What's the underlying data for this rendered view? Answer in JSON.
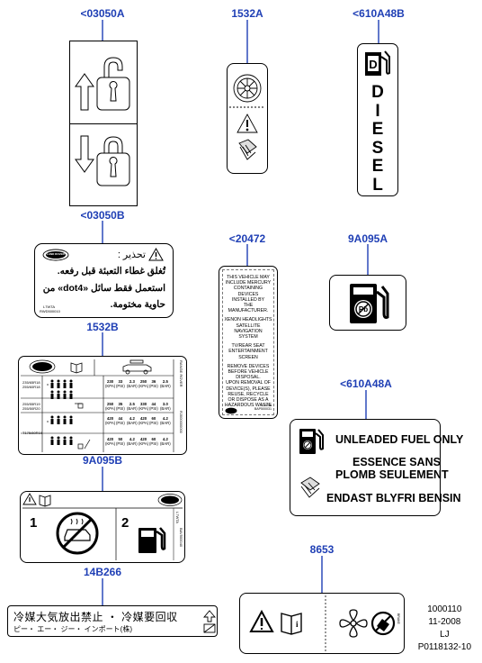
{
  "refs": {
    "r03050A": "<03050A",
    "r1532A": "1532A",
    "r610A48B": "<610A48B",
    "r03050B": "<03050B",
    "r20472": "<20472",
    "r9A095A": "9A095A",
    "r1532B": "1532B",
    "r610A48A": "<610A48A",
    "r9A095B": "9A095B",
    "r8653": "8653",
    "r14B266": "14B266"
  },
  "diesel_label": {
    "letters": [
      "D",
      "I",
      "E",
      "S",
      "E",
      "L"
    ]
  },
  "arabic_label": {
    "badge": "LAND ROVER",
    "caution": "تحذير :",
    "line1": "تُغلق غطاء التعبئة قبل رفعه.",
    "line2": "استعمل فقط سائل «dot4» من",
    "line3": "حاوية مختومة.",
    "code1": "L7WTA",
    "code2": "RWD500010"
  },
  "mercury_label": {
    "lines": [
      "THIS VEHICLE MAY",
      "INCLUDE MERCURY",
      "CONTAINING DEVICES",
      "INSTALLED BY",
      "THE MANUFACTURER.",
      "XENON HEADLIGHTS",
      "SATELLITE NAVIGATION",
      "SYSTEM",
      "TV/REAR SEAT",
      "ENTERTAINMENT SCREEN",
      "REMOVE DEVICES",
      "BEFORE VEHICLE",
      "DISPOSAL.",
      "UPON REMOVAL OF",
      "DEVICE(S), PLEASE",
      "REUSE, RECYCLE",
      "OR DISPOSE AS A",
      "HAZARDOUS WASTE"
    ],
    "code1": "L7WTA",
    "code2": "BAP500031"
  },
  "tyre_label": {
    "badge": "LAND ROVER",
    "side_text": "RANGE ROVER",
    "side_code": "RJ000000000",
    "sizes": [
      "235/65R18\n255/60R18",
      "255/55R19\n255/50R20",
      "T175/80R19"
    ],
    "rows": [
      [
        "230",
        "33",
        "2.3",
        "250",
        "36",
        "2.5"
      ],
      [
        "250",
        "35",
        "2.5",
        "330",
        "44",
        "3.0"
      ],
      [
        "420",
        "44",
        "4.2",
        "420",
        "60",
        "4.2"
      ],
      [
        "420",
        "50",
        "4.2",
        "420",
        "60",
        "4.2"
      ]
    ],
    "units": [
      "(KPA)",
      "(PSI)",
      "(BAR)",
      "(KPA)",
      "(PSI)",
      "(BAR)"
    ]
  },
  "fuel_label": {
    "line1": "UNLEADED FUEL ONLY",
    "line2": "ESSENCE SANS",
    "line3": "PLOMB SEULEMENT",
    "line4": "ENDAST BLYFRI BENSIN"
  },
  "ac_label": {
    "badge": "LAND ROVER",
    "num1": "1",
    "num2": "2",
    "side1": "L7WTA",
    "side2": "BAV500040"
  },
  "jp_label": {
    "line1": "冷媒大気放出禁止 ・ 冷媒要回収",
    "line2": "ピー・ エー・ ジー・ インポート(株)"
  },
  "fan_label": {
    "side": "BRAKE"
  },
  "stamp": {
    "l1": "1000110",
    "l2": "11-2008",
    "l3": "LJ",
    "l4": "P0118132-10"
  }
}
